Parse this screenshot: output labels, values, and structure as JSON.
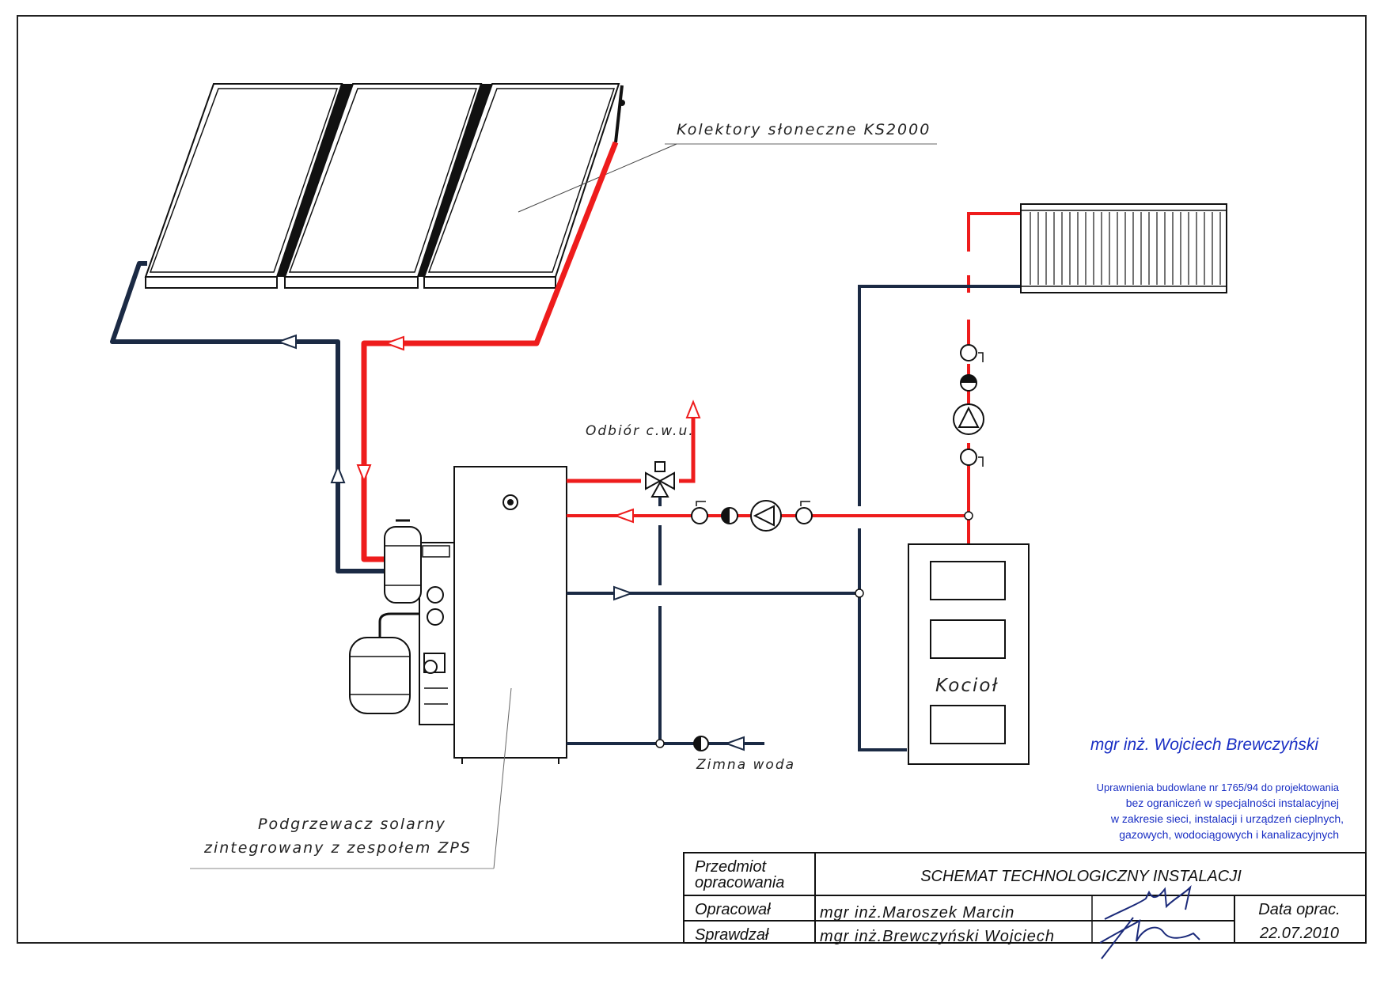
{
  "labels": {
    "collectors": "Kolektory słoneczne KS2000",
    "hot_water": "Odbiór c.w.u.",
    "cold_water": "Zimna woda",
    "heater_line1": "Podgrzewacz solarny",
    "heater_line2": "zintegrowany z zespołem ZPS",
    "boiler": "Kocioł"
  },
  "stamp": {
    "name": "mgr inż. Wojciech Brewczyński",
    "line1": "Uprawnienia budowlane nr 1765/94 do projektowania",
    "line2": "bez ograniczeń w specjalności instalacyjnej",
    "line3": "w zakresie sieci, instalacji i urządzeń cieplnych,",
    "line4": "gazowych, wodociągowych i kanalizacyjnych"
  },
  "title_block": {
    "subject_label_1": "Przedmiot",
    "subject_label_2": "opracowania",
    "subject_value": "SCHEMAT TECHNOLOGICZNY INSTALACJI",
    "prepared_label": "Opracował",
    "prepared_value": "mgr inż.Maroszek Marcin",
    "checked_label": "Sprawdzał",
    "checked_value": "mgr inż.Brewczyński Wojciech",
    "date_label": "Data oprac.",
    "date_value": "22.07.2010"
  },
  "colors": {
    "supply_pipe": "#ee1c1c",
    "return_pipe": "#1b2a44",
    "stamp_ink": "#1a2fc4"
  }
}
